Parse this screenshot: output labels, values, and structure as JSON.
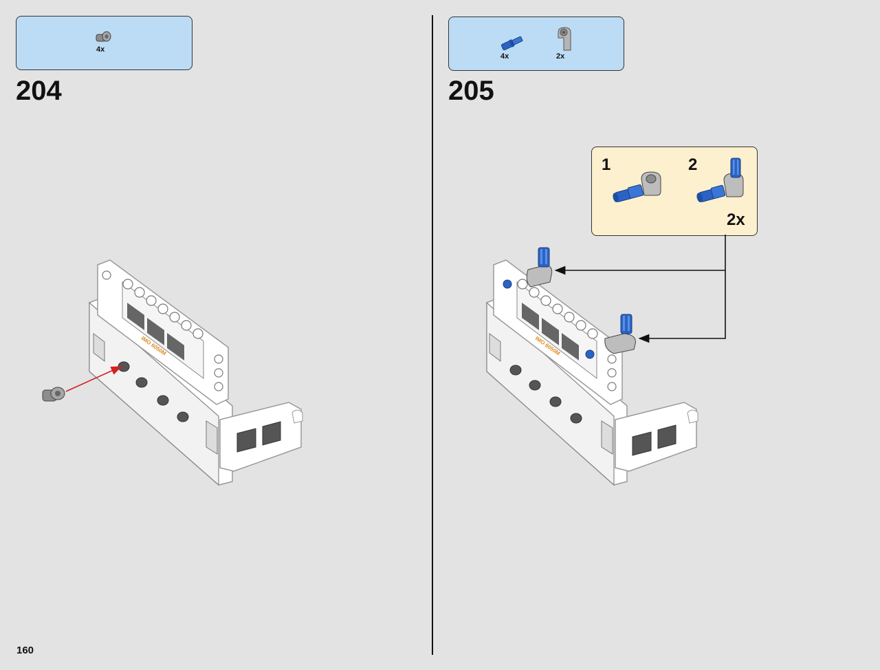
{
  "steps": [
    {
      "number": "204",
      "parts": [
        {
          "name": "gray-pin-part",
          "qty": "4x",
          "color": "#9a9a9a"
        }
      ]
    },
    {
      "number": "205",
      "parts": [
        {
          "name": "blue-axle-pin-part",
          "qty": "4x",
          "color": "#2a63c4"
        },
        {
          "name": "gray-connector-part",
          "qty": "2x",
          "color": "#b5b5b5"
        }
      ],
      "callout": {
        "substeps": [
          "1",
          "2"
        ],
        "multiplier": "2x"
      }
    }
  ],
  "page_number": "160",
  "colors": {
    "background": "#e3e3e3",
    "parts_box": "#bcdcf5",
    "callout": "#fdf0cf",
    "arrow_red": "#d42020",
    "brick_white": "#ffffff",
    "technic_blue": "#2a63c4",
    "light_gray": "#b5b5b5",
    "label_orange": "#e08a1e"
  }
}
